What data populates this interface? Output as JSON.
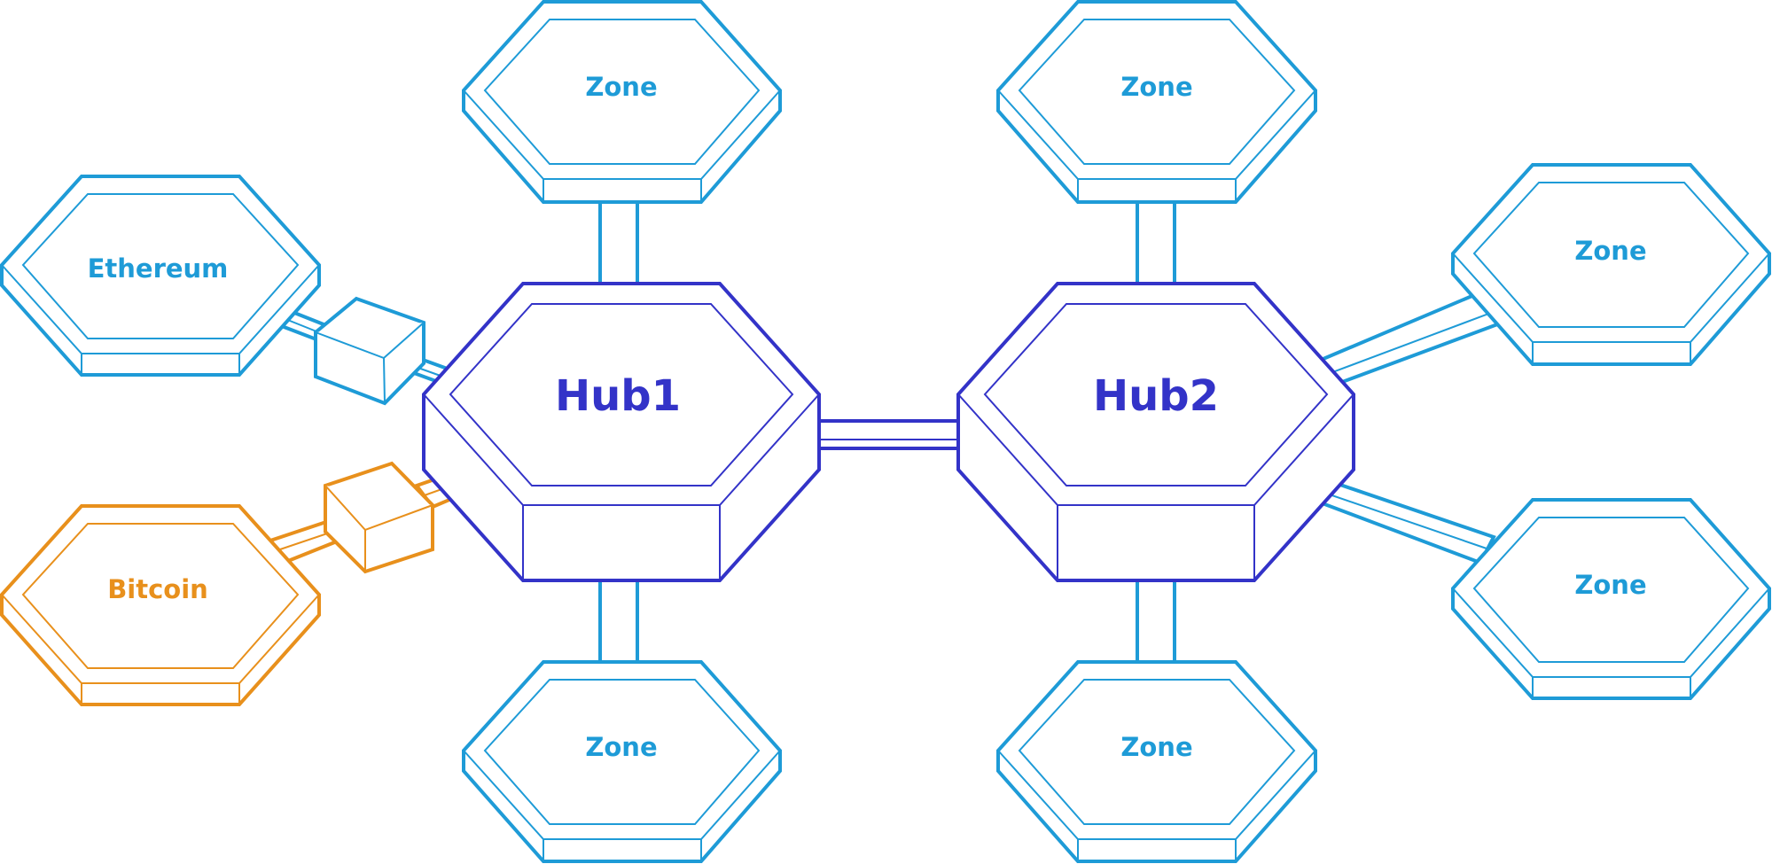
{
  "colors": {
    "zone": "#1e9bd7",
    "hub": "#3333c8",
    "bitcoin": "#e8901c"
  },
  "hubs": {
    "hub1": {
      "label": "Hub1"
    },
    "hub2": {
      "label": "Hub2"
    }
  },
  "zones": {
    "hub1_top": {
      "label": "Zone"
    },
    "hub1_bottom": {
      "label": "Zone"
    },
    "hub2_top": {
      "label": "Zone"
    },
    "hub2_bottom": {
      "label": "Zone"
    },
    "hub2_upper_right": {
      "label": "Zone"
    },
    "hub2_lower_right": {
      "label": "Zone"
    },
    "ethereum": {
      "label": "Ethereum"
    },
    "bitcoin": {
      "label": "Bitcoin"
    }
  }
}
